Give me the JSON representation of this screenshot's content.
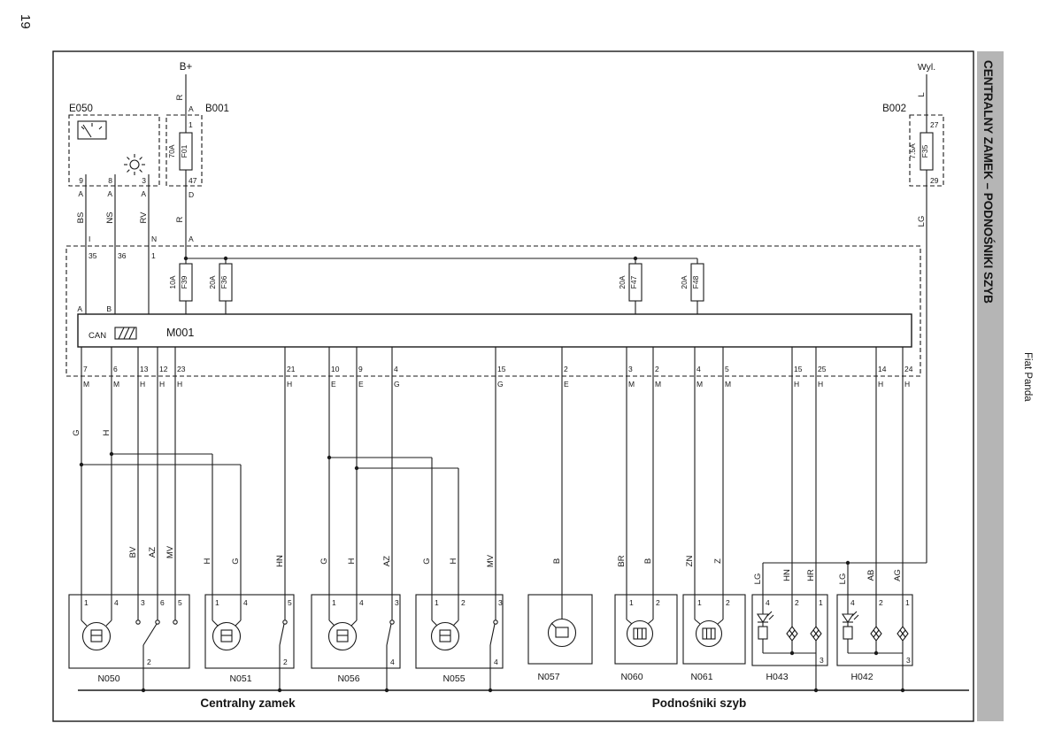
{
  "page": {
    "number": "19",
    "sidebar_title": "CENTRALNY ZAMEK – PODNOŚNIKI SZYB",
    "brand": "Fiat Panda"
  },
  "colors": {
    "sidebar_bg": "#b5b5b5"
  },
  "sections": {
    "left": "Centralny zamek",
    "right": "Podnośniki szyb"
  },
  "top": {
    "bplus": "B+",
    "bplus_wire": "R",
    "bplus_wire2": "R",
    "wyl": "Wyl.",
    "wyl_wire": "L",
    "b002_wire": "LG"
  },
  "e050": {
    "label": "E050",
    "pins": [
      {
        "n": "9",
        "l": "A",
        "w": "BS"
      },
      {
        "n": "8",
        "l": "A",
        "w": "NS"
      },
      {
        "n": "3",
        "l": "A",
        "w": "RV"
      }
    ]
  },
  "b001": {
    "label": "B001",
    "amp": "70A",
    "fuse": "F01",
    "conn_top": "A",
    "pin_top": "1",
    "pin_bot": "47",
    "conn_bot": "D"
  },
  "b002": {
    "label": "B002",
    "amp": "7.5A",
    "fuse": "F35",
    "pin_top": "27",
    "pin_bot": "29"
  },
  "m001": {
    "label": "M001",
    "can": "CAN",
    "pin_a": "A",
    "pin_b": "B",
    "entries": [
      {
        "l": "I",
        "n": "35"
      },
      {
        "l": "",
        "n": "36"
      },
      {
        "l": "N",
        "n": "1"
      },
      {
        "l": "A",
        "n": ""
      }
    ],
    "fuses": [
      {
        "amp": "10A",
        "name": "F39"
      },
      {
        "amp": "20A",
        "name": "F36"
      },
      {
        "amp": "20A",
        "name": "F47"
      },
      {
        "amp": "20A",
        "name": "F48"
      }
    ],
    "pins": [
      {
        "n": "7",
        "l": "M"
      },
      {
        "n": "6",
        "l": "M"
      },
      {
        "n": "13",
        "l": "H"
      },
      {
        "n": "12",
        "l": "H"
      },
      {
        "n": "23",
        "l": "H"
      },
      {
        "n": "21",
        "l": "H"
      },
      {
        "n": "10",
        "l": "E"
      },
      {
        "n": "9",
        "l": "E"
      },
      {
        "n": "4",
        "l": "G"
      },
      {
        "n": "15",
        "l": "G"
      },
      {
        "n": "2",
        "l": "E"
      },
      {
        "n": "3",
        "l": "M"
      },
      {
        "n": "2",
        "l": "M"
      },
      {
        "n": "4",
        "l": "M"
      },
      {
        "n": "5",
        "l": "M"
      },
      {
        "n": "15",
        "l": "H"
      },
      {
        "n": "25",
        "l": "H"
      },
      {
        "n": "14",
        "l": "H"
      },
      {
        "n": "24",
        "l": "H"
      }
    ]
  },
  "wire_labels": [
    "G",
    "H",
    "BV",
    "AZ",
    "MV",
    "H",
    "G",
    "HN",
    "G",
    "H",
    "AZ",
    "G",
    "H",
    "MV",
    "B",
    "BR",
    "B",
    "ZN",
    "Z",
    "LG",
    "HN",
    "HR",
    "LG",
    "AB",
    "AG"
  ],
  "components": [
    {
      "id": "N050",
      "top_pins": [
        "1",
        "4",
        "3",
        "6",
        "5"
      ],
      "bot_pin": "2"
    },
    {
      "id": "N051",
      "top_pins": [
        "1",
        "4",
        "5"
      ],
      "bot_pin": "2"
    },
    {
      "id": "N056",
      "top_pins": [
        "1",
        "4",
        "3"
      ],
      "bot_pin": "4"
    },
    {
      "id": "N055",
      "top_pins": [
        "1",
        "2",
        "3"
      ],
      "bot_pin": "4"
    },
    {
      "id": "N057",
      "top_pins": [],
      "bot_pin": ""
    },
    {
      "id": "N060",
      "top_pins": [
        "1",
        "2"
      ],
      "bot_pin": ""
    },
    {
      "id": "N061",
      "top_pins": [
        "1",
        "2"
      ],
      "bot_pin": ""
    },
    {
      "id": "H043",
      "top_pins": [
        "4",
        "2",
        "1"
      ],
      "bot_pin": "3"
    },
    {
      "id": "H042",
      "top_pins": [
        "4",
        "2",
        "1"
      ],
      "bot_pin": "3"
    }
  ]
}
